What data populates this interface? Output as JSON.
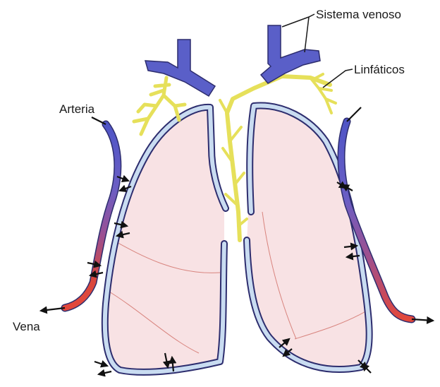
{
  "labels": {
    "venous_system": "Sistema venoso",
    "lymphatics": "Linfáticos",
    "artery": "Arteria",
    "vein": "Vena"
  },
  "colors": {
    "venous_blue": "#5a5fc8",
    "lymph_yellow": "#e6e05a",
    "lung_fill": "#f8e2e4",
    "pleura_outline": "#2d2d6e",
    "pleura_fill": "#c9dcf1",
    "vessel_red": "#d94a3e",
    "arrow_black": "#111111"
  },
  "icons": [
    "arrow-icon"
  ]
}
